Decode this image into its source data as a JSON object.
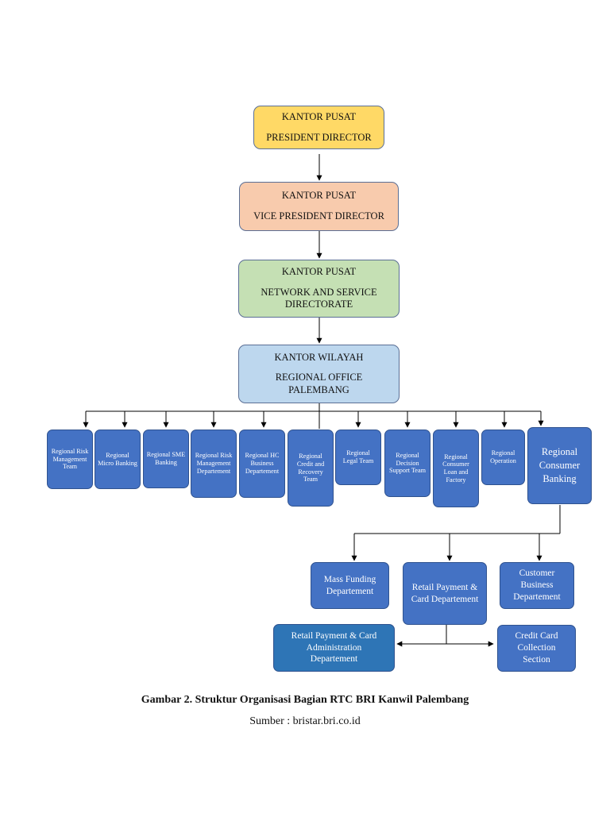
{
  "top_levels": [
    {
      "line1": "KANTOR PUSAT",
      "line2": "PRESIDENT DIRECTOR"
    },
    {
      "line1": "KANTOR PUSAT",
      "line2": "VICE PRESIDENT DIRECTOR"
    },
    {
      "line1": "KANTOR PUSAT",
      "line2": "NETWORK AND SERVICE DIRECTORATE"
    },
    {
      "line1": "KANTOR WILAYAH",
      "line2": "REGIONAL OFFICE PALEMBANG"
    }
  ],
  "regional_units": [
    "Regional Risk Management Team",
    "Regional Micro Banking",
    "Regional SME Banking",
    "Regional Risk Management Departement",
    "Regional HC Business Departement",
    "Regional Credit and Recovery Team",
    "Regional Legal Team",
    "Regional Decision Support Team",
    "Regional Consumer Loan and Factory",
    "Regional Operation",
    "Regional Consumer Banking"
  ],
  "consumer_banking_units": [
    "Mass Funding Departement",
    "Retail Payment & Card Departement",
    "Customer Business Departement"
  ],
  "retail_payment_units": [
    "Retail Payment & Card Administration Departement",
    "Credit Card Collection Section"
  ],
  "caption": {
    "title": "Gambar 2. Struktur Organisasi Bagian RTC BRI Kanwil Palembang",
    "source": "Sumber : bristar.bri.co.id"
  },
  "colors": {
    "president": "#ffd966",
    "vice_president": "#f8cbad",
    "directorate": "#c5e0b4",
    "regional_office": "#bdd7ee",
    "unit": "#4472c4",
    "retail_admin": "#2e75b6"
  }
}
